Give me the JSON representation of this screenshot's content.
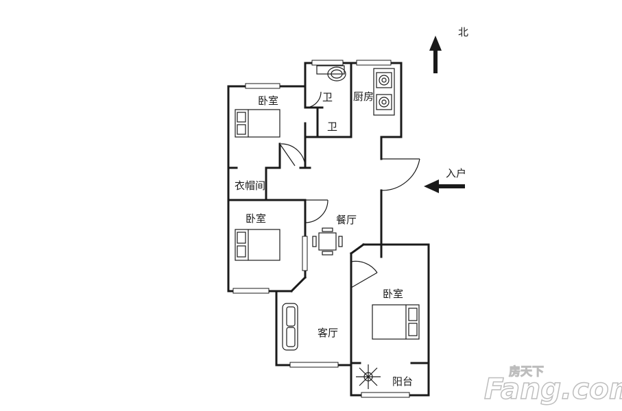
{
  "compass": {
    "north_label": "北"
  },
  "entrance": {
    "label": "入户"
  },
  "rooms": {
    "bedroom_top": "卧室",
    "bedroom_mid": "卧室",
    "bedroom_right": "卧室",
    "bath_small": "卫",
    "bath": "卫",
    "kitchen": "厨房",
    "cloakroom": "衣帽间",
    "dining": "餐厅",
    "living": "客厅",
    "balcony": "阳台"
  },
  "watermark": {
    "brand": "Fang.com",
    "brand_cn": "房天下"
  }
}
